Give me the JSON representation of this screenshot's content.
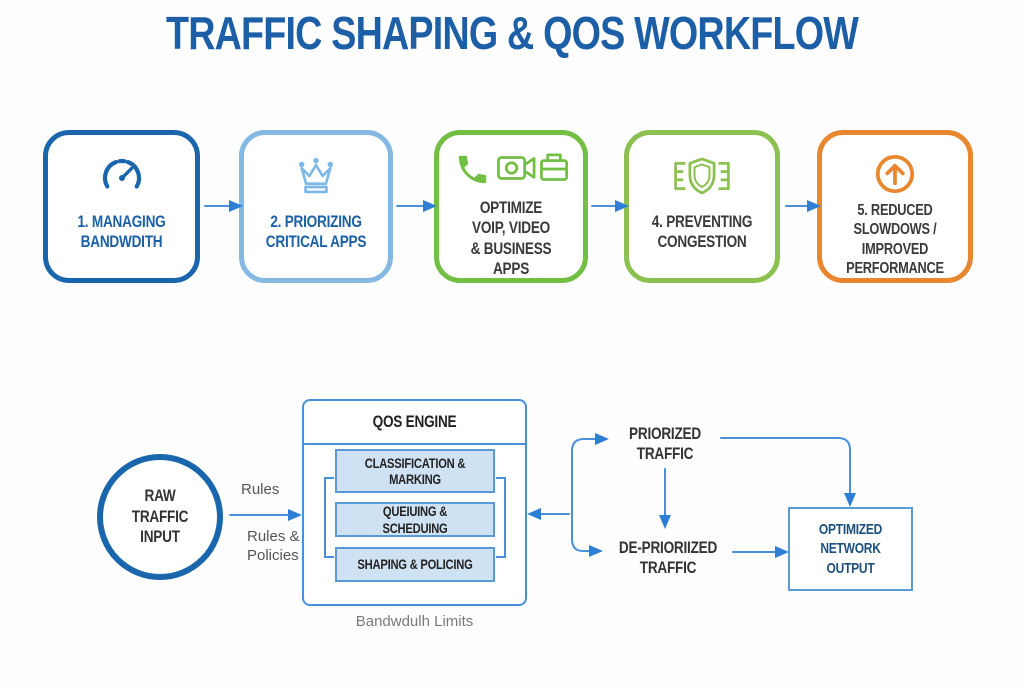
{
  "title": "TRAFFIC SHAPING & QOS WORKFLOW",
  "colors": {
    "title_blue": "#1c5fa6",
    "dark_blue": "#1a66ad",
    "light_blue": "#85b9e2",
    "green": "#72bf44",
    "light_green": "#8cc152",
    "orange": "#e8872e",
    "arrow_blue": "#4a90d9",
    "stage_fill": "#cfe2f4",
    "dark_text": "#3a3a3a",
    "output_text_blue": "#1d4f7c"
  },
  "top_row": {
    "boxes": [
      {
        "icon": "gauge-icon",
        "label": "1. MANAGING\nBANDWDITH"
      },
      {
        "icon": "crown-icon",
        "label": "2. PRIORIZING\nCRITICAL APPS"
      },
      {
        "icon": "voip-video-business-icons",
        "label": "OPTIMIZE\nVOIP, VIDEO\n& BUSINESS APPS"
      },
      {
        "icon": "shield-money-icon",
        "label": "4. PREVENTING\nCONGESTION"
      },
      {
        "icon": "arrow-up-circle-icon",
        "label": "5. REDUCED\nSLOWDOWS /\nIMPROVED\nPERFORMANCE"
      }
    ]
  },
  "flow": {
    "input_label": "RAW\nTRAFFIC\nINPUT",
    "rules_label": "Rules",
    "rules_policies_label": "Rules &\nPolicies",
    "engine": {
      "title": "QOS ENGINE",
      "stages": [
        "CLASSIFICATION &\nMARKING",
        "QUEIUING & SCHEDUING",
        "SHAPING & POLICING"
      ],
      "footnote": "Bandwdulh Limits"
    },
    "priorized_label": "PRIORIZED\nTRAFFIC",
    "depriorized_label": "DE-PRIORIIZED\nTRAFFIC",
    "output_label": "OPTIMIZED\nNETWORK\nOUTPUT"
  }
}
